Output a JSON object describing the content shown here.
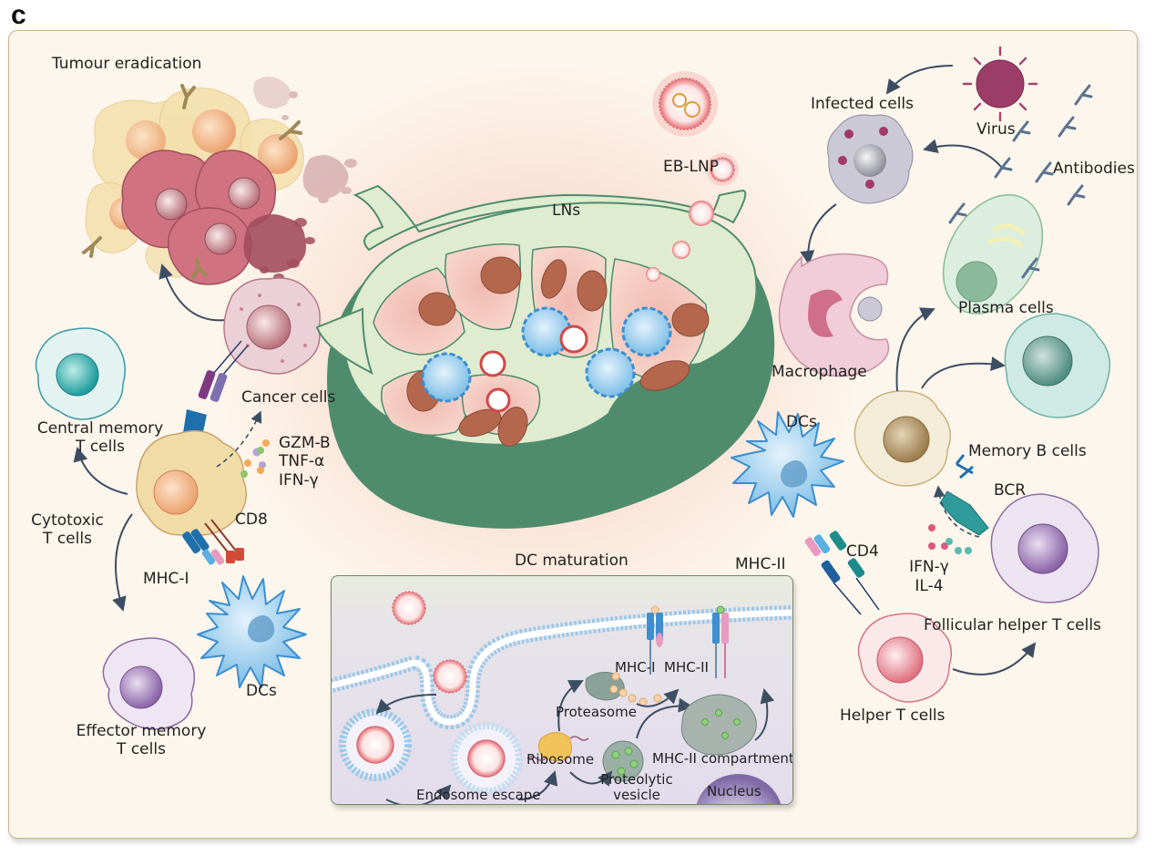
{
  "figure": {
    "panel_letter": "c",
    "colors": {
      "background": "#fdf6ec",
      "panel_border": "#c9b48e",
      "lymph_node_green": "#5f9c6e",
      "dendritic_cell_blue": "#4aa3dc",
      "arrow": "#3d4e63",
      "cancer_cell_pink": "#c9677a"
    }
  },
  "labels": {
    "tumour_eradication": "Tumour eradication",
    "cancer_cells": "Cancer cells",
    "central_memory_t_cells": [
      "Central memory",
      "T cells"
    ],
    "cytotoxic_t_cells": [
      "Cytotoxic",
      "T cells"
    ],
    "cytokines_left": [
      "GZM-B",
      "TNF-α",
      "IFN-γ"
    ],
    "cd8": "CD8",
    "mhc_i_left": "MHC-I",
    "dcs_left": "DCs",
    "effector_memory_t_cells": [
      "Effector memory",
      "T cells"
    ],
    "lns": "LNs",
    "eb_lnp": "EB-LNP",
    "infected_cells": "Infected cells",
    "virus": "Virus",
    "antibodies": "Antibodies",
    "plasma_cells": "Plasma cells",
    "macrophage": "Macrophage",
    "memory_b_cells": "Memory B cells",
    "dcs_right": "DCs",
    "bcr": "BCR",
    "mhc_ii_right": "MHC-II",
    "cd4": "CD4",
    "cytokines_right": [
      "IFN-γ",
      "IL-4"
    ],
    "follicular_helper_t_cells": "Follicular helper T cells",
    "helper_t_cells": "Helper T cells"
  },
  "inset": {
    "title": "DC maturation",
    "labels": {
      "mhc_i": "MHC-I",
      "mhc_ii": "MHC-II",
      "proteasome": "Proteasome",
      "ribosome": "Ribosome",
      "mhc_ii_compartment": "MHC-II compartment",
      "proteolytic_vesicle": [
        "Proteolytic",
        "vesicle"
      ],
      "nucleus": "Nucleus",
      "endosome_escape": "Endosome escape"
    }
  }
}
